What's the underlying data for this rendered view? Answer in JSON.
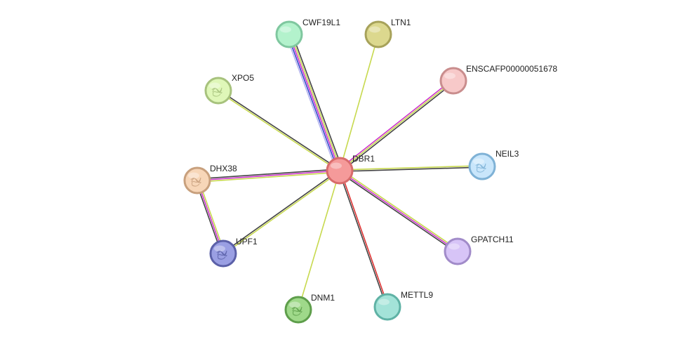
{
  "network": {
    "center": "DBR1",
    "nodes": [
      {
        "id": "DBR1",
        "label": "DBR1",
        "fill": "#f59a9a",
        "stroke": "#d86b6b",
        "center": true,
        "structure": false
      },
      {
        "id": "CWF19L1",
        "label": "CWF19L1",
        "fill": "#b3f2cc",
        "stroke": "#7fc79f",
        "structure": false
      },
      {
        "id": "LTN1",
        "label": "LTN1",
        "fill": "#dcd88e",
        "stroke": "#a7a25a",
        "structure": false
      },
      {
        "id": "ENSCAFP00000051678",
        "label": "ENSCAFP00000051678",
        "fill": "#f7c9c9",
        "stroke": "#c98d8d",
        "structure": false
      },
      {
        "id": "XPO5",
        "label": "XPO5",
        "fill": "#dff7b8",
        "stroke": "#a7c27d",
        "structure": true
      },
      {
        "id": "NEIL3",
        "label": "NEIL3",
        "fill": "#c9e6fb",
        "stroke": "#7fb2d6",
        "structure": true
      },
      {
        "id": "DHX38",
        "label": "DHX38",
        "fill": "#f7d6b8",
        "stroke": "#c8a07d",
        "structure": true
      },
      {
        "id": "UPF1",
        "label": "UPF1",
        "fill": "#9a9fe3",
        "stroke": "#5b60a8",
        "structure": true
      },
      {
        "id": "GPATCH11",
        "label": "GPATCH11",
        "fill": "#d7c4f7",
        "stroke": "#a18bc9",
        "structure": false
      },
      {
        "id": "DNM1",
        "label": "DNM1",
        "fill": "#9fd98a",
        "stroke": "#5e9e4b",
        "structure": true
      },
      {
        "id": "METTL9",
        "label": "METTL9",
        "fill": "#a3e3d8",
        "stroke": "#5fb2a5",
        "structure": false
      }
    ],
    "edges": [
      {
        "source": "DBR1",
        "target": "CWF19L1",
        "colors": [
          "#b5b5ee",
          "#3344cc",
          "#cc33cc",
          "#c7d94e",
          "#444444"
        ]
      },
      {
        "source": "DBR1",
        "target": "LTN1",
        "colors": [
          "#c7d94e"
        ]
      },
      {
        "source": "DBR1",
        "target": "ENSCAFP00000051678",
        "colors": [
          "#cc33cc",
          "#c7d94e",
          "#444444"
        ]
      },
      {
        "source": "DBR1",
        "target": "XPO5",
        "colors": [
          "#c7d94e",
          "#444444"
        ]
      },
      {
        "source": "DBR1",
        "target": "NEIL3",
        "colors": [
          "#c7d94e",
          "#444444"
        ]
      },
      {
        "source": "DBR1",
        "target": "DHX38",
        "colors": [
          "#c7d94e",
          "#cc33cc",
          "#444444"
        ]
      },
      {
        "source": "DBR1",
        "target": "UPF1",
        "colors": [
          "#c7d94e",
          "#444444"
        ]
      },
      {
        "source": "DBR1",
        "target": "GPATCH11",
        "colors": [
          "#c7d94e",
          "#cc33cc",
          "#444444"
        ]
      },
      {
        "source": "DBR1",
        "target": "DNM1",
        "colors": [
          "#c7d94e"
        ]
      },
      {
        "source": "DBR1",
        "target": "METTL9",
        "colors": [
          "#dd3333",
          "#444444"
        ]
      },
      {
        "source": "DHX38",
        "target": "UPF1",
        "colors": [
          "#c7d94e",
          "#cc33cc",
          "#444444"
        ]
      }
    ]
  }
}
